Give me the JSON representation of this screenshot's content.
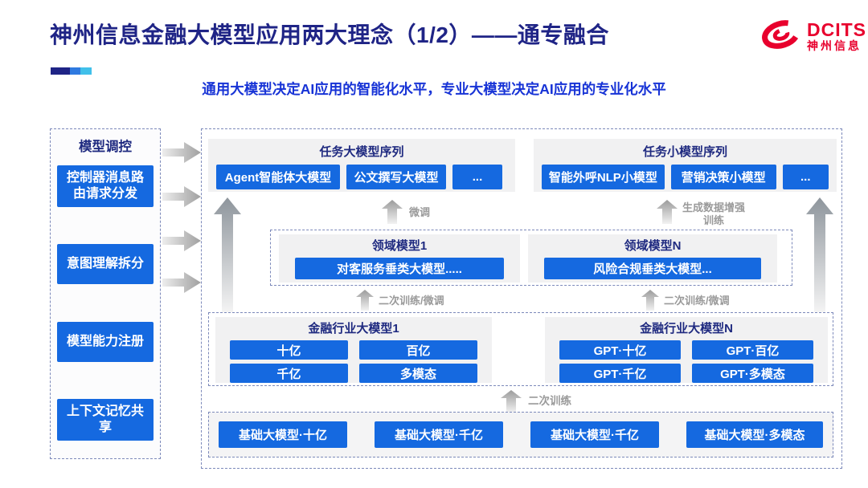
{
  "header": {
    "title": "神州信息金融大模型应用两大理念（1/2）——通专融合",
    "subtitle": "通用大模型决定AI应用的智能化水平，专业大模型决定AI应用的专业化水平",
    "logo": {
      "brand": "DCITS",
      "brand_cn": "神州信息"
    }
  },
  "colors": {
    "accent_blue": "#1569e0",
    "navy": "#1f2486",
    "subtitle_blue": "#1733d6",
    "logo_red": "#e8002d",
    "label_gray": "#9a9a9a"
  },
  "sidebar": {
    "title": "模型调控",
    "items": [
      {
        "label": "控制器消息路由请求分发"
      },
      {
        "label": "意图理解拆分"
      },
      {
        "label": "模型能力注册"
      },
      {
        "label": "上下文记忆共享"
      }
    ]
  },
  "diagram": {
    "task_large": {
      "title": "任务大模型序列",
      "items": [
        "Agent智能体大模型",
        "公文撰写大模型",
        "..."
      ]
    },
    "task_small": {
      "title": "任务小模型序列",
      "items": [
        "智能外呼NLP小模型",
        "营销决策小模型",
        "..."
      ]
    },
    "arrow_labels": {
      "fine_tune": "微调",
      "gen_data": "生成数据增强训练",
      "secondary_left": "二次训练/微调",
      "secondary_right": "二次训练/微调",
      "secondary_bottom": "二次训练"
    },
    "domain_models": [
      {
        "title": "领域模型1",
        "item": "对客服务垂类大模型....."
      },
      {
        "title": "领域模型N",
        "item": "风险合规垂类大模型..."
      }
    ],
    "industry_models": [
      {
        "title": "金融行业大模型1",
        "items": [
          "十亿",
          "百亿",
          "千亿",
          "多模态"
        ]
      },
      {
        "title": "金融行业大模型N",
        "items": [
          "GPT·十亿",
          "GPT·百亿",
          "GPT·千亿",
          "GPT·多模态"
        ]
      }
    ],
    "base_models": [
      "基础大模型·十亿",
      "基础大模型·千亿",
      "基础大模型·千亿",
      "基础大模型·多模态"
    ]
  }
}
